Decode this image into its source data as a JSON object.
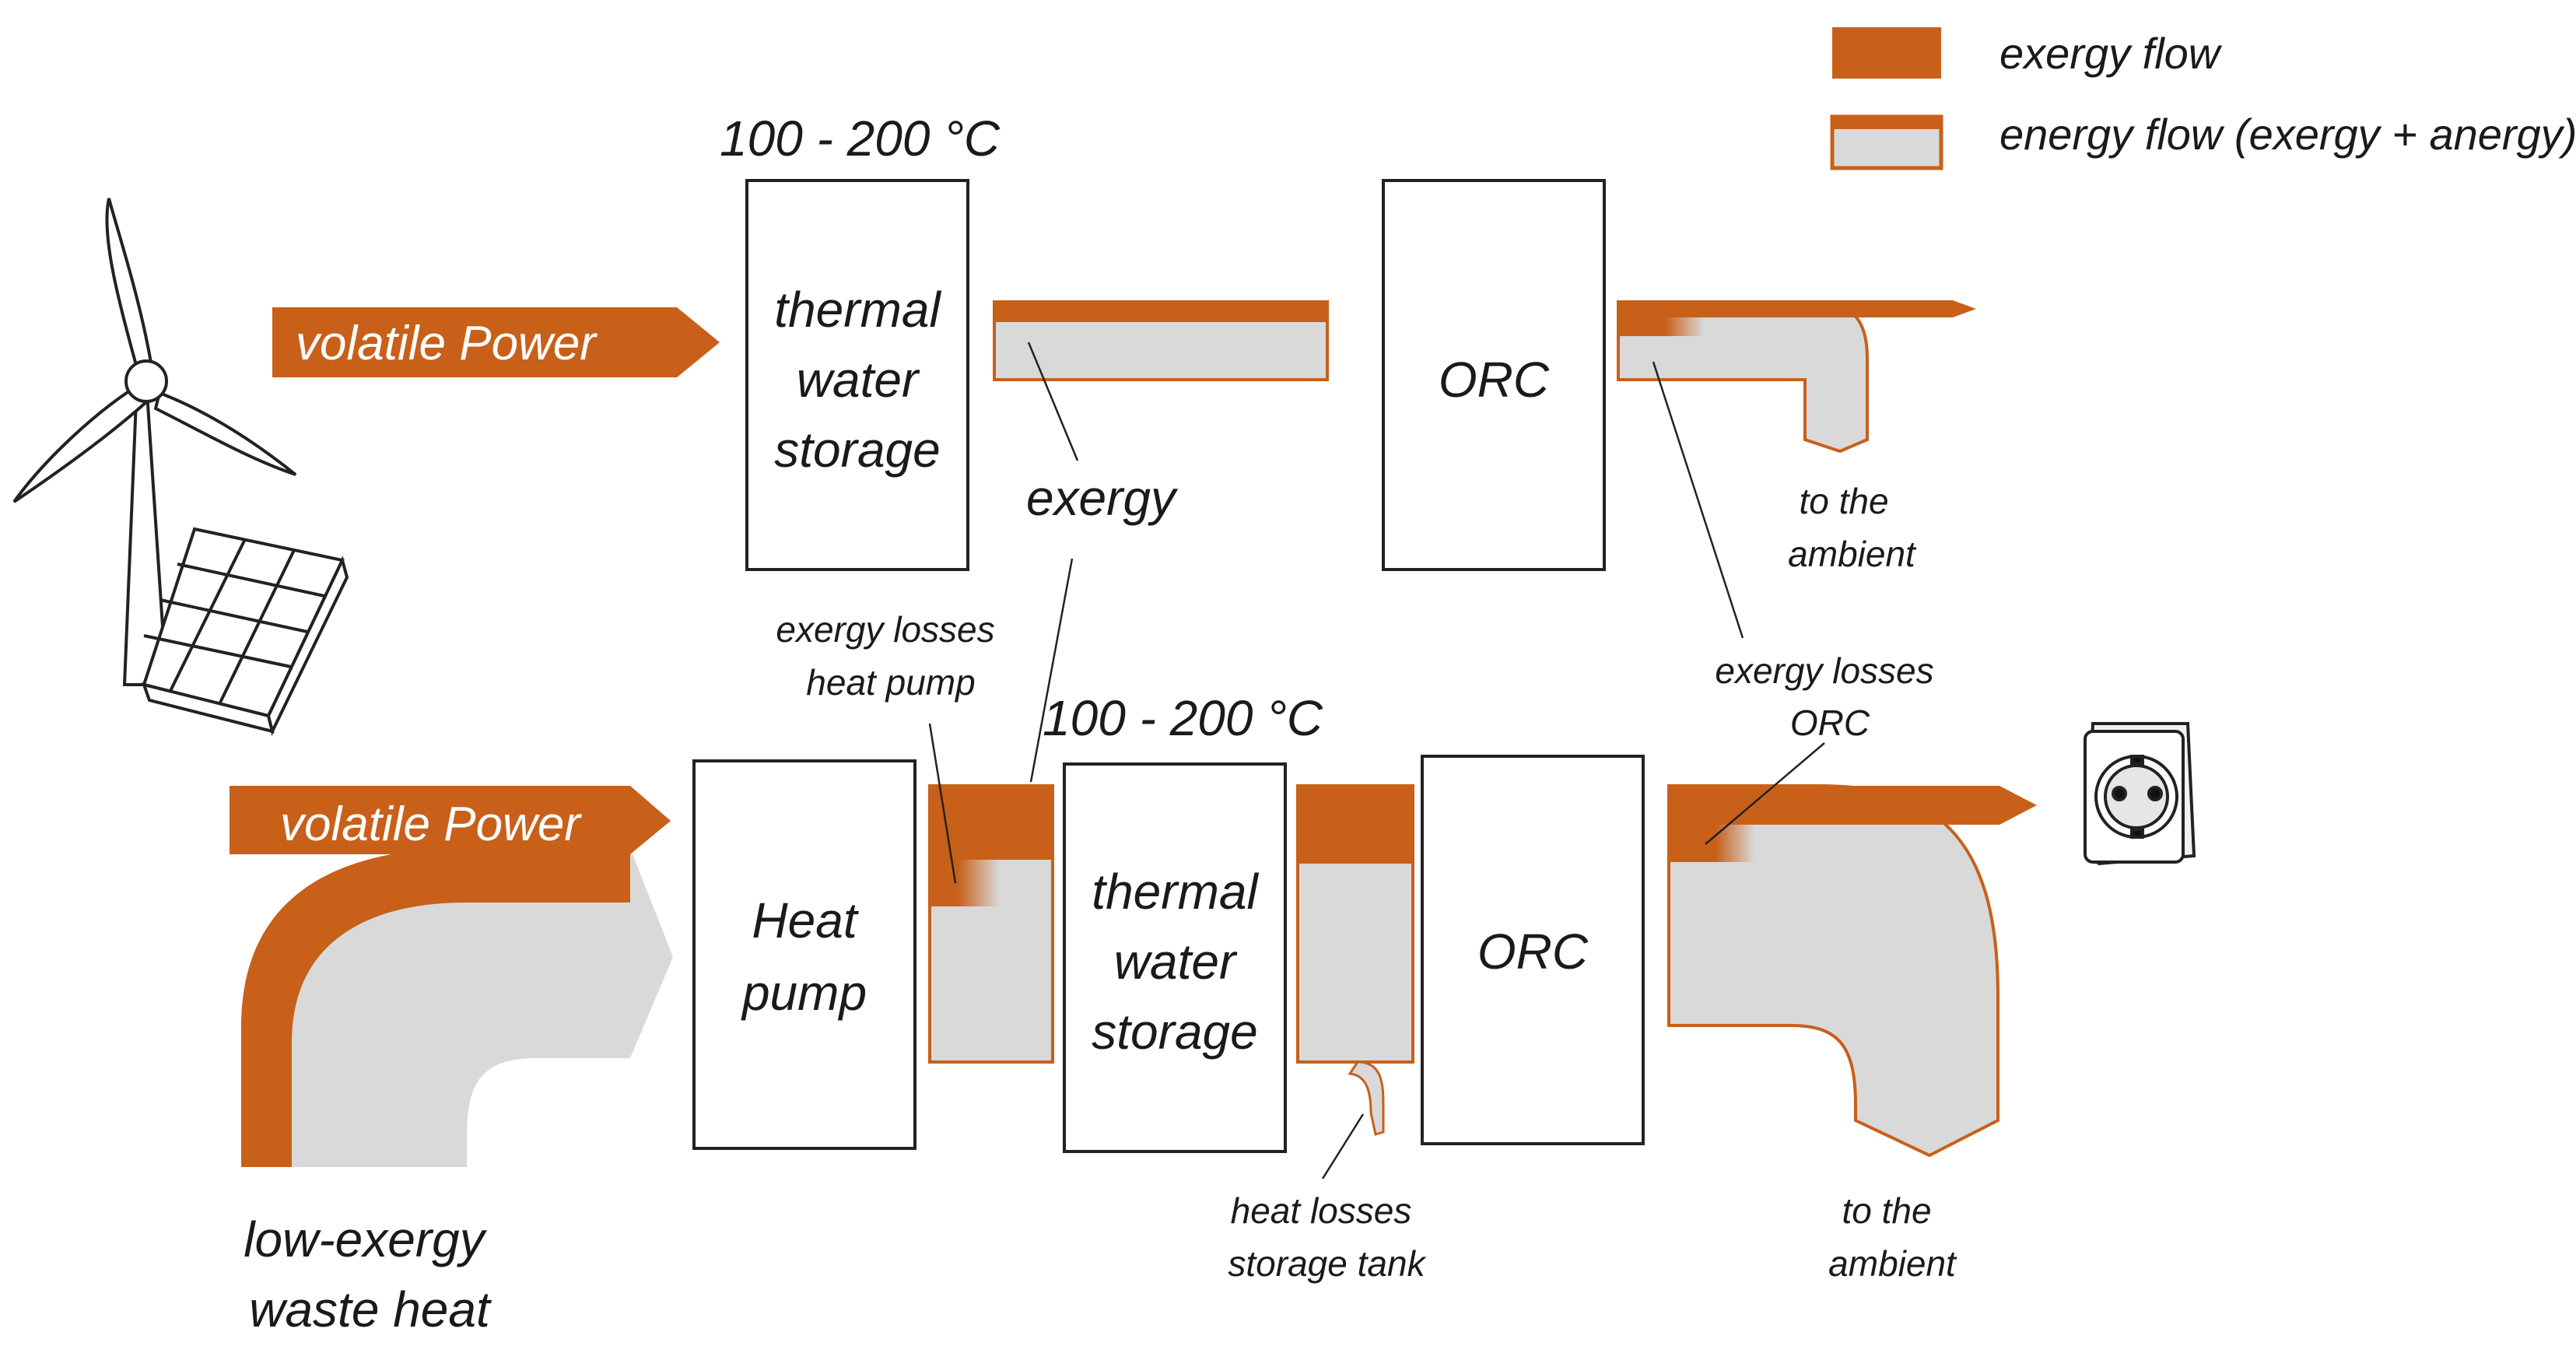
{
  "colors": {
    "exergy": "#C8601A",
    "energy_fill": "#D9D9D9",
    "box_stroke": "#222222",
    "text": "#1a1a1a"
  },
  "legend": {
    "exergy_flow": "exergy flow",
    "energy_flow": "energy flow (exergy + anergy)"
  },
  "top_row": {
    "temperature": "100 - 200 °C",
    "power_arrow": "volatile Power",
    "storage_lines": [
      "thermal",
      "water",
      "storage"
    ],
    "orc": "ORC",
    "exergy_label": "exergy",
    "ambient_lines": [
      "to the",
      "ambient"
    ]
  },
  "bottom_row": {
    "temperature": "100 - 200 °C",
    "power_arrow": "volatile Power",
    "heat_pump_lines": [
      "Heat",
      "pump"
    ],
    "storage_lines": [
      "thermal",
      "water",
      "storage"
    ],
    "orc": "ORC",
    "hp_losses_lines": [
      "exergy losses",
      "heat pump"
    ],
    "orc_losses_lines": [
      "exergy losses",
      "ORC"
    ],
    "storage_losses_lines": [
      "heat losses",
      "storage tank"
    ],
    "ambient_lines": [
      "to the",
      "ambient"
    ],
    "waste_heat_lines": [
      "low-exergy",
      "waste heat"
    ]
  },
  "icons": [
    "wind-turbine-icon",
    "solar-panel-icon",
    "power-socket-icon"
  ]
}
